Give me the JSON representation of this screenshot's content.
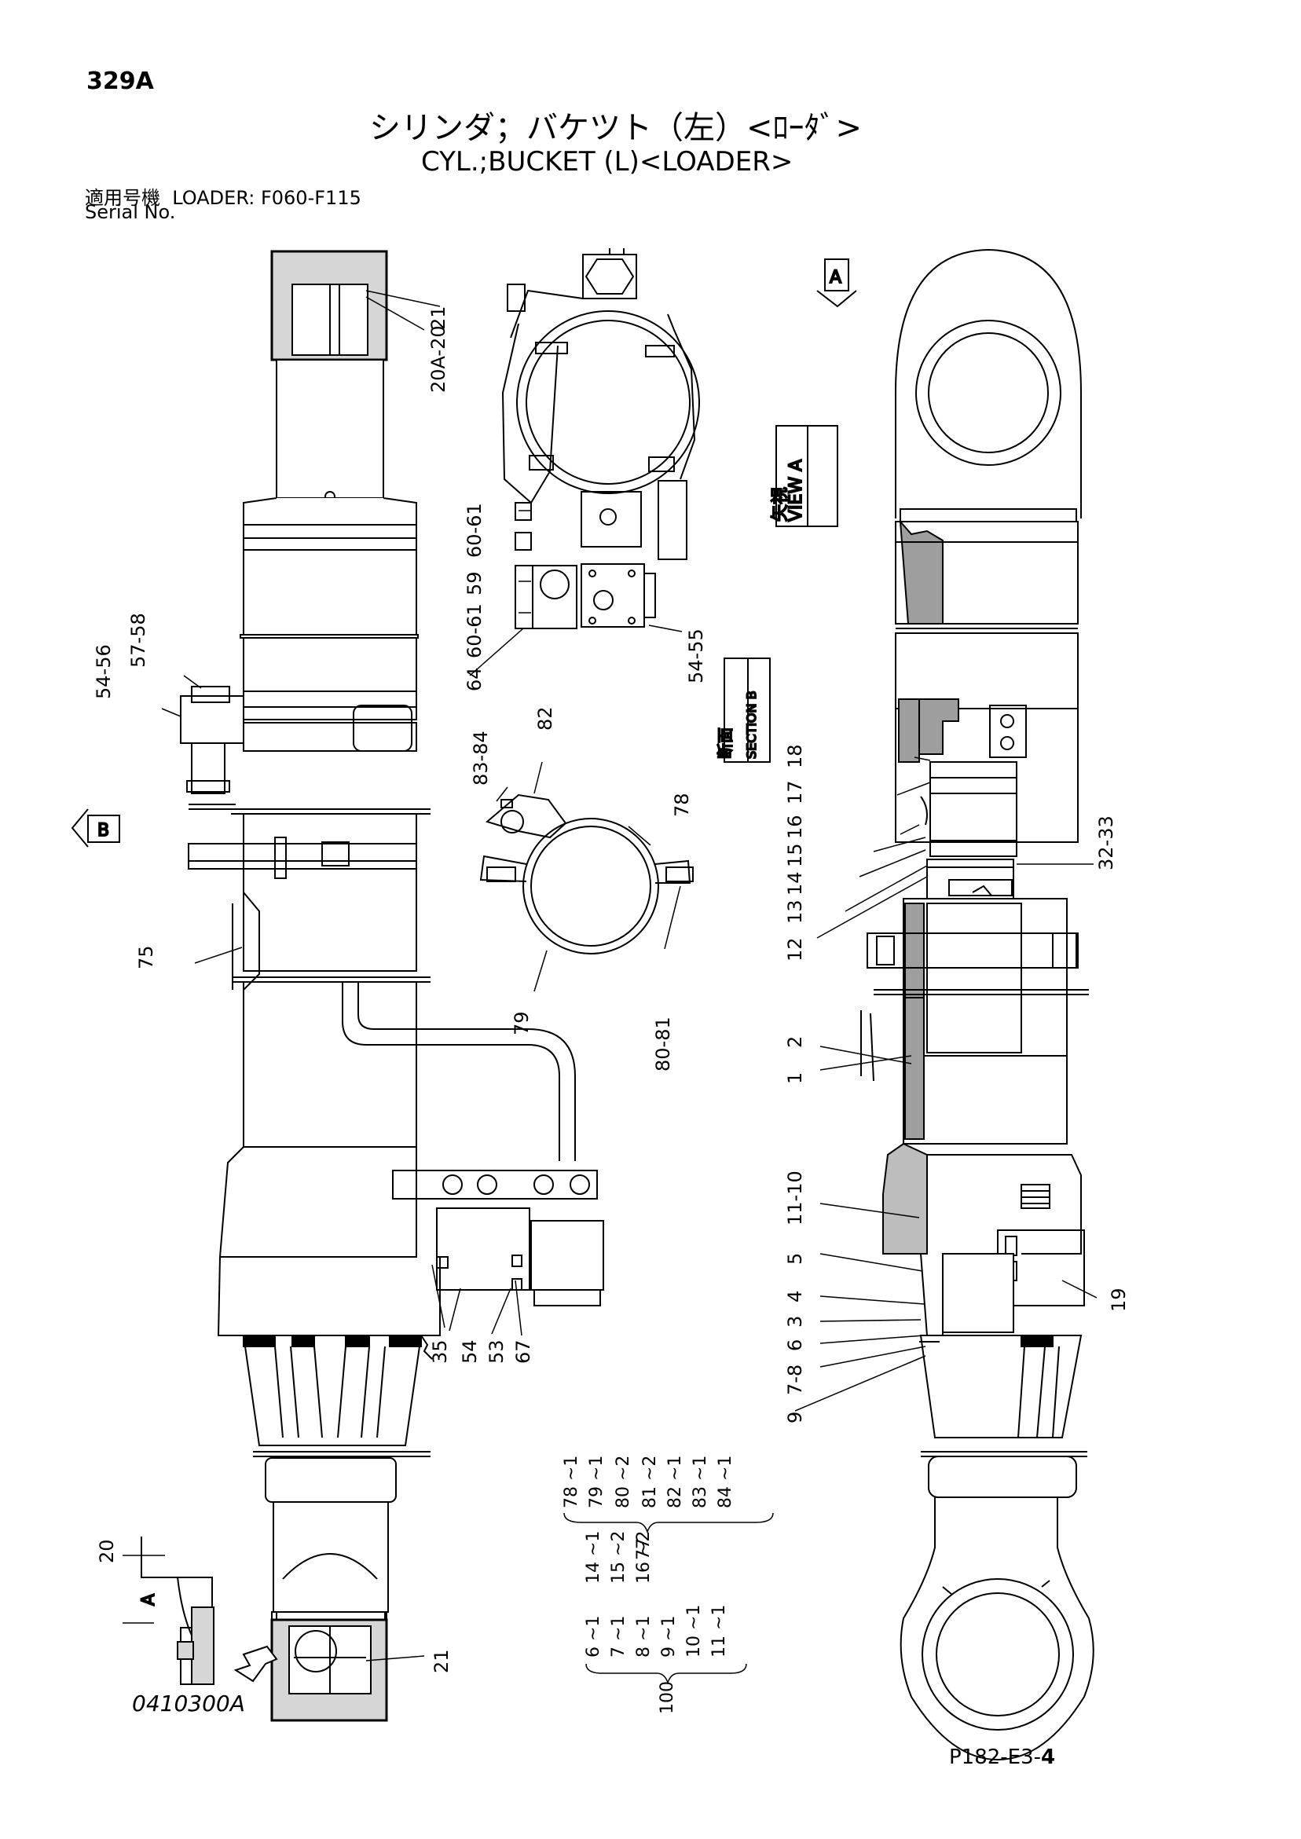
{
  "header": {
    "page_code": "329A",
    "title_jp": "シリンダ；バケツト（左）<ﾛｰﾀﾞ>",
    "title_en": "CYL.;BUCKET (L)<LOADER>",
    "serial_label_jp": "適用号機",
    "serial_value": "LOADER: F060-F115",
    "serial_label_en": "Serial No."
  },
  "views": {
    "view_a_jp": "矢視",
    "view_a_en": "VIEW A",
    "section_b_jp": "断面",
    "section_b_en": "SECTION B",
    "arrow_a": "A",
    "arrow_b": "B",
    "detail_a": "A"
  },
  "callouts": [
    "21",
    "20A-20",
    "60-61",
    "59",
    "60-61",
    "64",
    "54-55",
    "54-56",
    "57-58",
    "83-84",
    "82",
    "78",
    "79",
    "80-81",
    "75",
    "35",
    "54",
    "53",
    "67",
    "20",
    "21",
    "18",
    "17",
    "16",
    "15",
    "14",
    "13",
    "12",
    "32-33",
    "2",
    "1",
    "11-10",
    "5",
    "4",
    "3",
    "6",
    "7-8",
    "9",
    "19"
  ],
  "kits": {
    "kit77": {
      "number": "77",
      "items": [
        "78 ~1",
        "79 ~1",
        "80 ~2",
        "81 ~2",
        "82 ~1",
        "83 ~1",
        "84 ~1"
      ]
    },
    "kit100": {
      "number": "100",
      "col1": [
        "6 ~1",
        "7 ~1",
        "8 ~1",
        "9 ~1",
        "10 ~1",
        "11 ~1"
      ],
      "col2": [
        "14 ~1",
        "15 ~2",
        "16 ~2"
      ]
    }
  },
  "footer": {
    "doc_code": "0410300A",
    "fig_code_prefix": "P182-E3-",
    "fig_code_bold": "4"
  }
}
